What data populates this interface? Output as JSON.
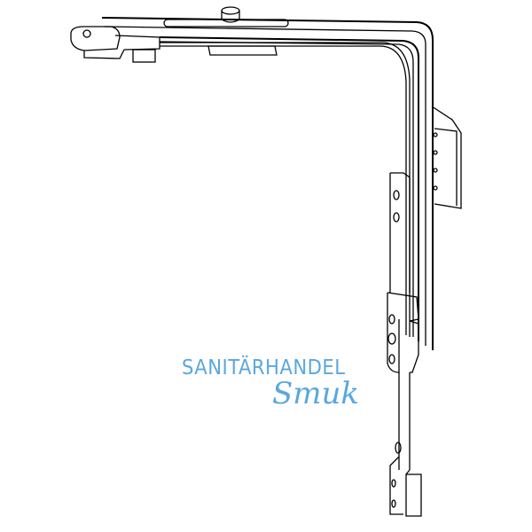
{
  "image": {
    "subject": "corner drive fitting technical line drawing",
    "background": "#ffffff",
    "line_color": "#000000"
  },
  "watermark": {
    "line1": "SANITÄRHANDEL",
    "line2": "Smuk",
    "color": "#5aa7e0"
  }
}
